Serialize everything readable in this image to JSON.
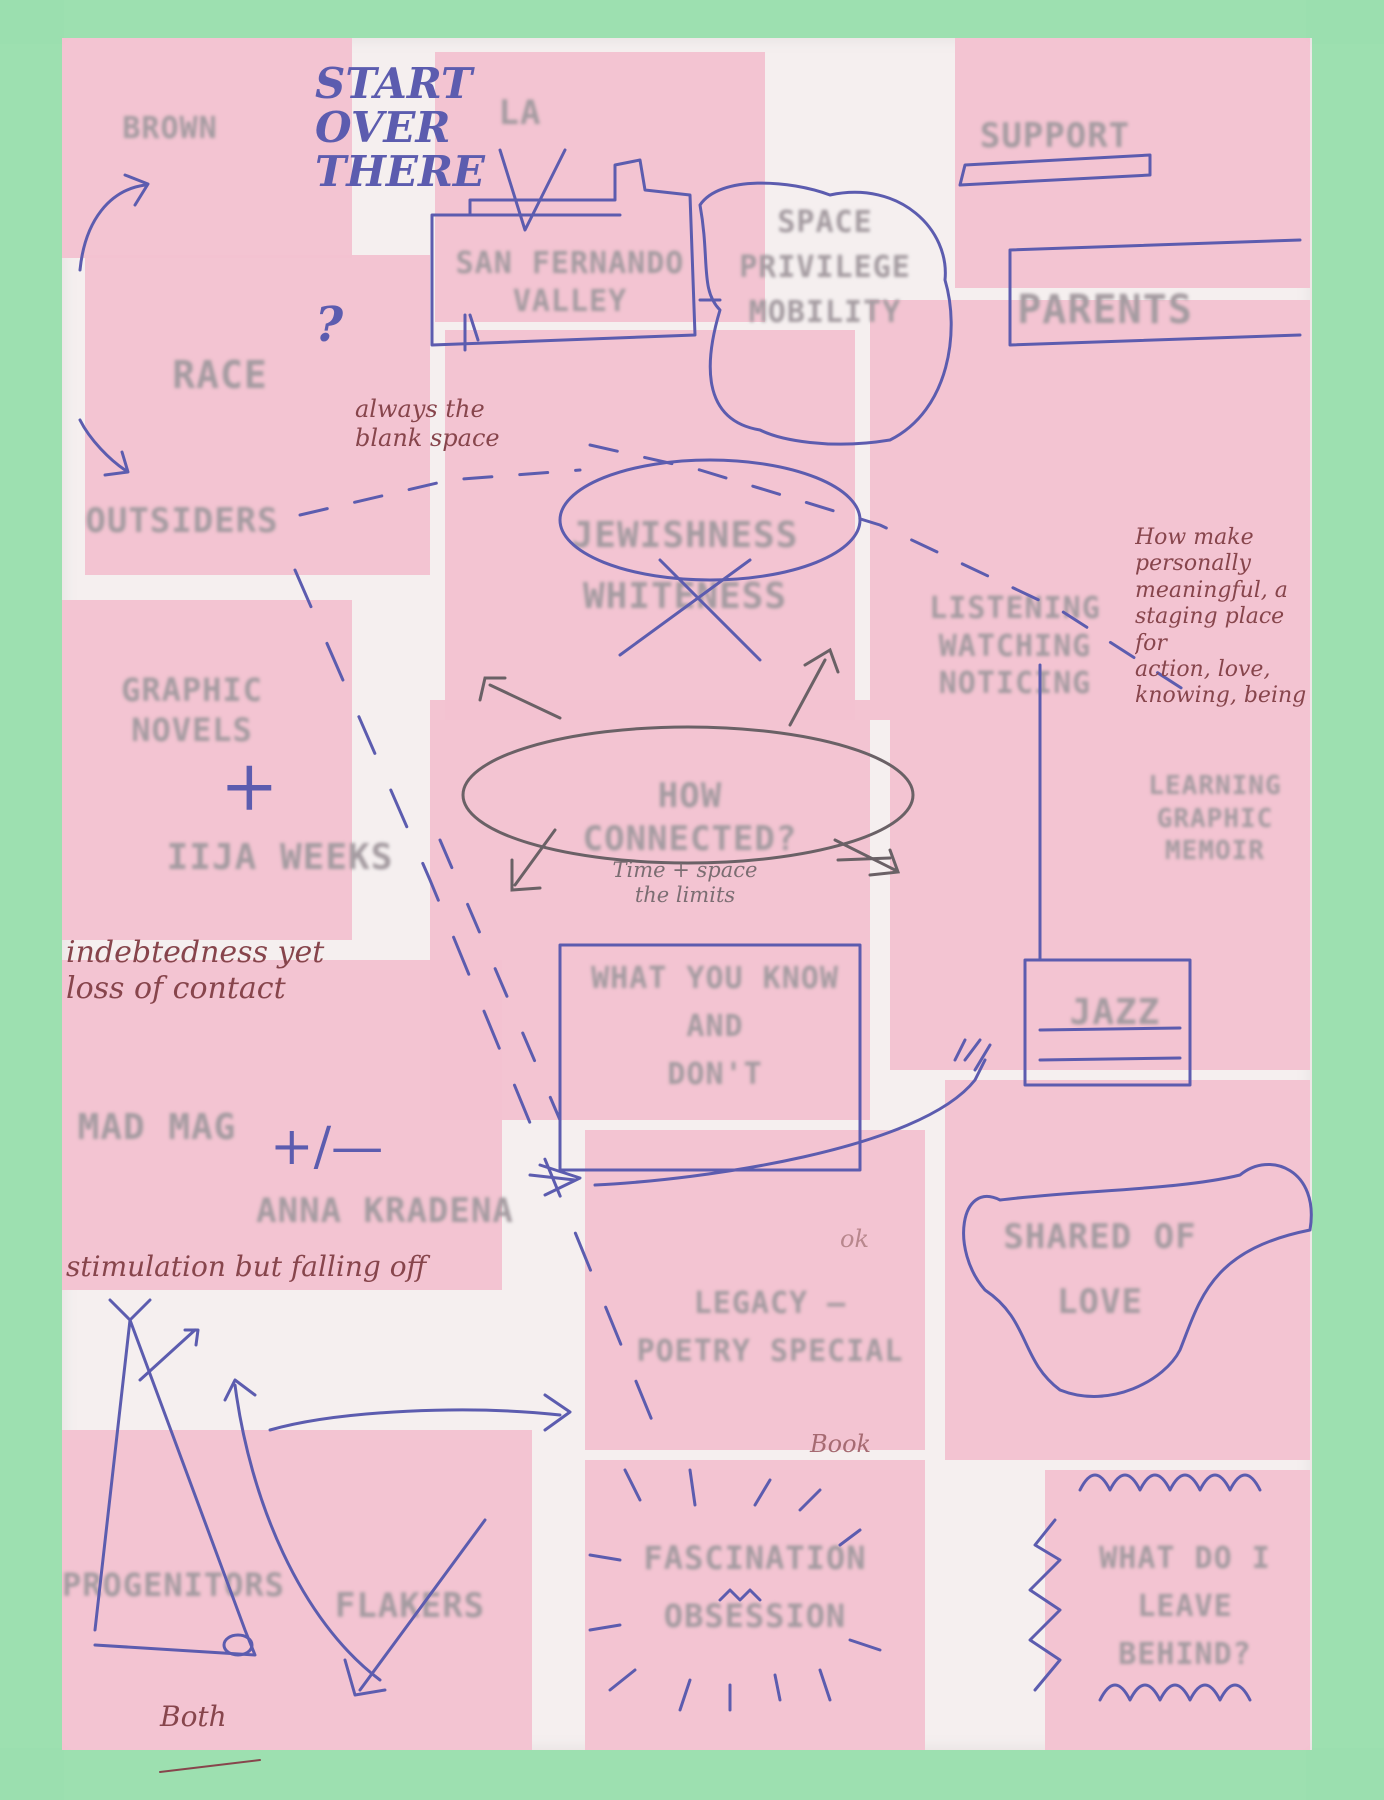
{
  "image": {
    "description_kind": "photo-of-sketch-board",
    "colors": {
      "tape": "#8fdca6",
      "paper": "#f4eeee",
      "sticky_note": "#f2bccb",
      "blue_marker": "#4a4aa6",
      "brown_pen": "#7a3038",
      "gray_marker": "#9a9096"
    }
  },
  "sticky_notes": {
    "brown": "BROWN",
    "la": "LA",
    "sf_valley": "SAN FERNANDO\nVALLEY",
    "space_priv": "SPACE\nPRIVILEGE\nMOBILITY",
    "support": "SUPPORT",
    "parents": "PARENTS",
    "race": "RACE",
    "outsiders": "OUTSIDERS",
    "jewishness": "JEWISHNESS\nWHITENESS",
    "listening": "LISTENING\nWATCHING\nNOTICING",
    "graphic_novels": "GRAPHIC NOVELS",
    "iija_weeks": "IIJA WEEKS",
    "how_connected": "HOW CONNECTED?",
    "learning": "LEARNING\nGRAPHIC MEMOIR",
    "what_you_know": "WHAT YOU KNOW\nAND\nDON'T",
    "jazz": "JAZZ",
    "mad_mag": "MAD MAG",
    "anna_kradena": "ANNA KRADENA",
    "shared_love": "SHARED OF\nLOVE",
    "legacy": "LEGACY —\nPOETRY SPECIAL",
    "progenitors": "PROGENITORS",
    "flakers": "FLAKERS",
    "fascination": "FASCINATION\nOBSESSION",
    "what_leave": "WHAT DO I LEAVE\nBEHIND?"
  },
  "annotations": {
    "start_over": "START\nOVER\nTHERE",
    "question": "?",
    "blank_space": "always the\nblank space",
    "how_make": "How make personally\nmeaningful, a\nstaging place for\naction, love,\nknowing, being",
    "time_space": "Time + space\nthe limits",
    "plus": "+",
    "plus_minus": "+/—",
    "indebtedness": "indebtedness yet\nloss of contact",
    "stimulation": "stimulation but falling off",
    "ok": "ok",
    "book": "Book",
    "both": "Both"
  }
}
